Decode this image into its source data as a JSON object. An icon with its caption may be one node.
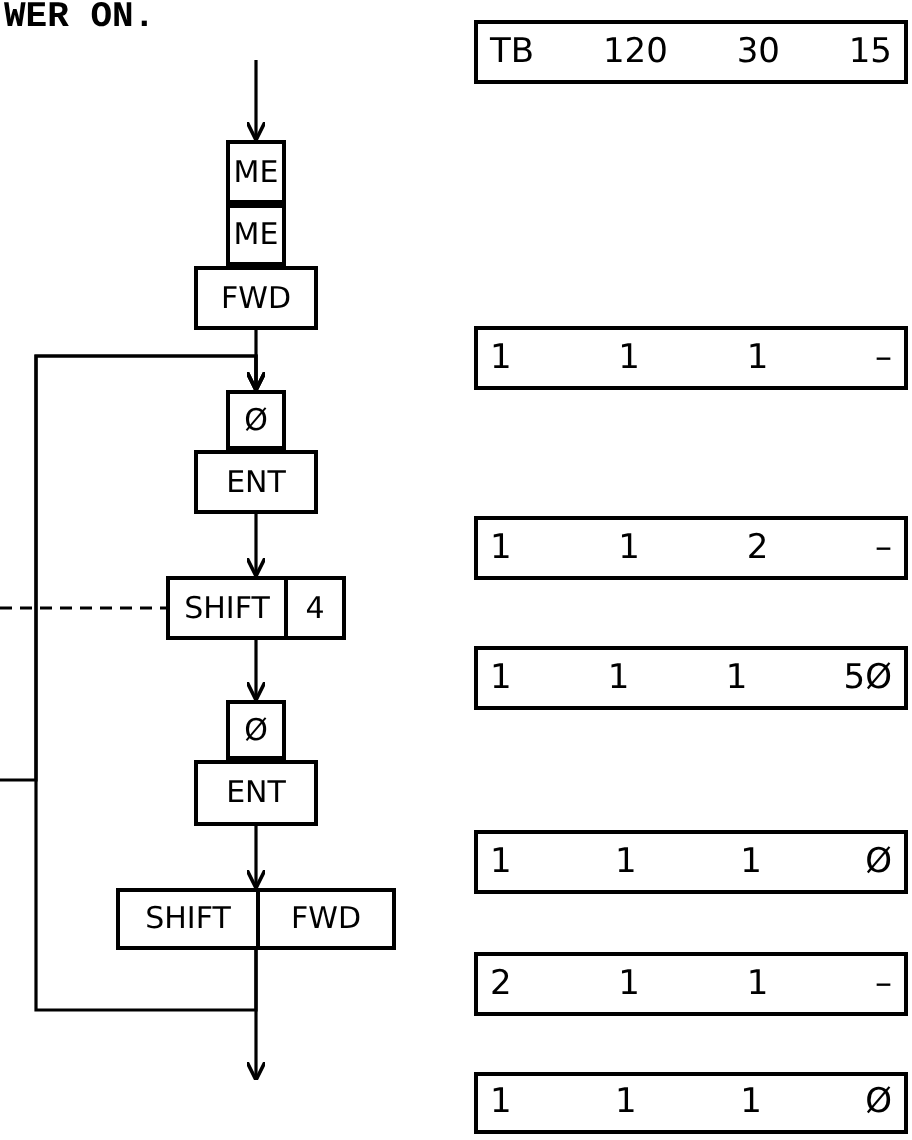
{
  "diagram": {
    "nodes": [
      {
        "text": [
          "ME"
        ]
      },
      {
        "text": [
          "ME"
        ]
      },
      {
        "text": [
          "FWD"
        ]
      },
      {
        "text": [
          "Ø"
        ]
      },
      {
        "text": [
          "ENT"
        ]
      },
      {
        "text": [
          "SHIFT",
          "4"
        ]
      },
      {
        "text": [
          "Ø"
        ]
      },
      {
        "text": [
          "ENT"
        ]
      },
      {
        "text": [
          "SHIFT",
          "FWD"
        ]
      },
      {
        "text": [
          "TB",
          "120",
          "30",
          "15"
        ]
      },
      {
        "text": [
          "1",
          "1",
          "1",
          "–"
        ]
      },
      {
        "text": [
          "1",
          "1",
          "2",
          "–"
        ]
      },
      {
        "text": [
          "1",
          "1",
          "1",
          "5Ø"
        ]
      },
      {
        "text": [
          "1",
          "1",
          "1",
          "Ø"
        ]
      },
      {
        "text": [
          "2",
          "1",
          "1",
          "–"
        ]
      },
      {
        "text": [
          "1",
          "1",
          "1",
          "Ø"
        ]
      }
    ],
    "edges": [
      {
        "from": null,
        "to": 0,
        "arrow": "to"
      },
      {
        "from": 2,
        "to": 3,
        "arrow": "to"
      },
      {
        "from": 4,
        "to": 5,
        "arrow": "to"
      },
      {
        "from": 5,
        "to": 6,
        "arrow": "to"
      },
      {
        "from": 7,
        "to": 8,
        "arrow": "to"
      },
      {
        "from": 8,
        "to": null,
        "arrow": "to"
      },
      {
        "from": 8,
        "to": 3,
        "arrow": "to"
      },
      {
        "from": null,
        "to": 5,
        "arrow": "none",
        "style": "dashed"
      },
      {
        "from": null,
        "to": 3,
        "arrow": "to"
      }
    ],
    "labels": [
      "WER ON."
    ]
  }
}
